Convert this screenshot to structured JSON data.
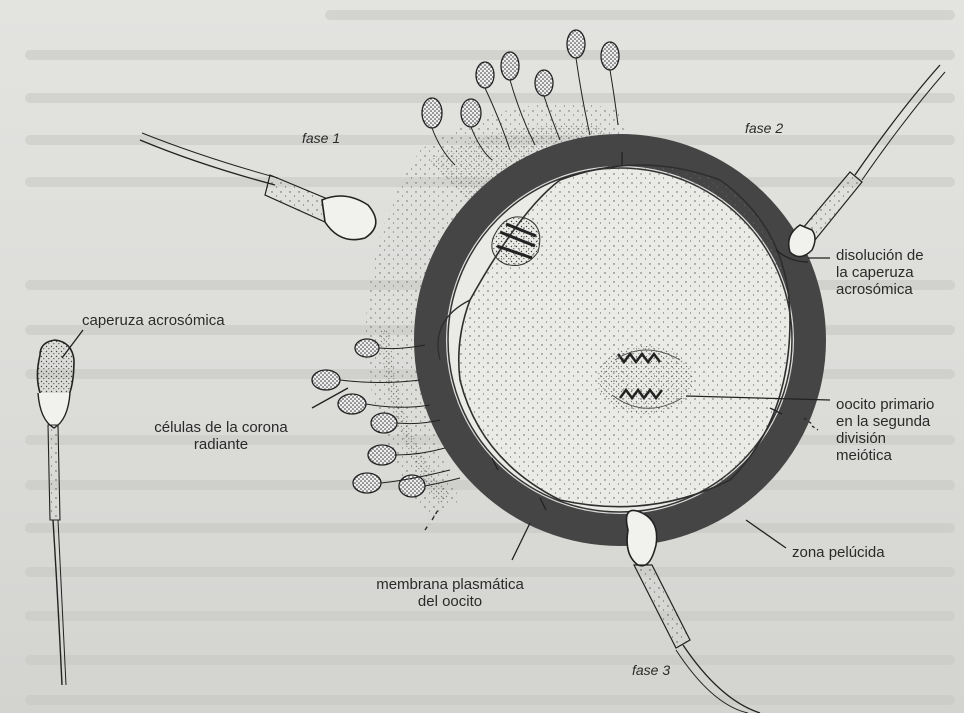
{
  "labels": {
    "fase1": "fase 1",
    "fase2": "fase 2",
    "fase3": "fase 3",
    "caperuza_acrosomica": "caperuza acrosómica",
    "celulas_corona_1": "células de la corona",
    "celulas_corona_2": "radiante",
    "disolucion_1": "disolución de",
    "disolucion_2": "la caperuza",
    "disolucion_3": "acrosómica",
    "oocito_1": "oocito primario",
    "oocito_2": "en la segunda",
    "oocito_3": "división",
    "oocito_4": "meiótica",
    "zona_pelucida": "zona pelúcida",
    "membrana_1": "membrana plasmática",
    "membrana_2": "del oocito"
  },
  "colors": {
    "ink": "#2a2a2a",
    "zona": "#454545",
    "paper": "#e0e0dd"
  }
}
